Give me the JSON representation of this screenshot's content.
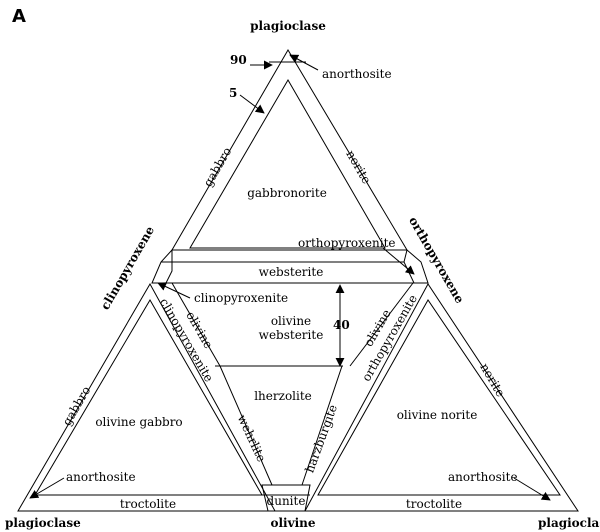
{
  "panel_label": "A",
  "vertices": {
    "top": "plagioclase",
    "left_corner": "plagioclase",
    "center_bottom": "olivine",
    "right_corner": "plagioclase",
    "left_mid": "clinopyroxene",
    "right_mid": "orthopyroxene"
  },
  "fields": {
    "gabbronorite": "gabbronorite",
    "websterite": "websterite",
    "olivine_websterite_1": "olivine",
    "olivine_websterite_2": "websterite",
    "lherzolite": "lherzolite",
    "olivine_gabbro": "olivine gabbro",
    "olivine_norite": "olivine norite",
    "dunite": "dunite",
    "troctolite_left": "troctolite",
    "troctolite_right": "troctolite"
  },
  "callouts": {
    "anorthosite_top": "anorthosite",
    "anorthosite_left": "anorthosite",
    "anorthosite_right": "anorthosite",
    "orthopyroxenite": "orthopyroxenite",
    "clinopyroxenite": "clinopyroxenite",
    "marker_90": "90",
    "marker_5": "5",
    "marker_40": "40"
  },
  "strip_labels": {
    "gabbro_upper": "gabbro",
    "norite_upper": "norite",
    "gabbro_lower": "gabbro",
    "norite_lower": "norite",
    "olivine_cpx_1": "olivine",
    "olivine_cpx_2": "clinopyroxenite",
    "olivine_opx_1": "olivine",
    "olivine_opx_2": "orthopyroxenite",
    "wehrlite": "wehrlite",
    "harzburgite": "harzburgite"
  }
}
